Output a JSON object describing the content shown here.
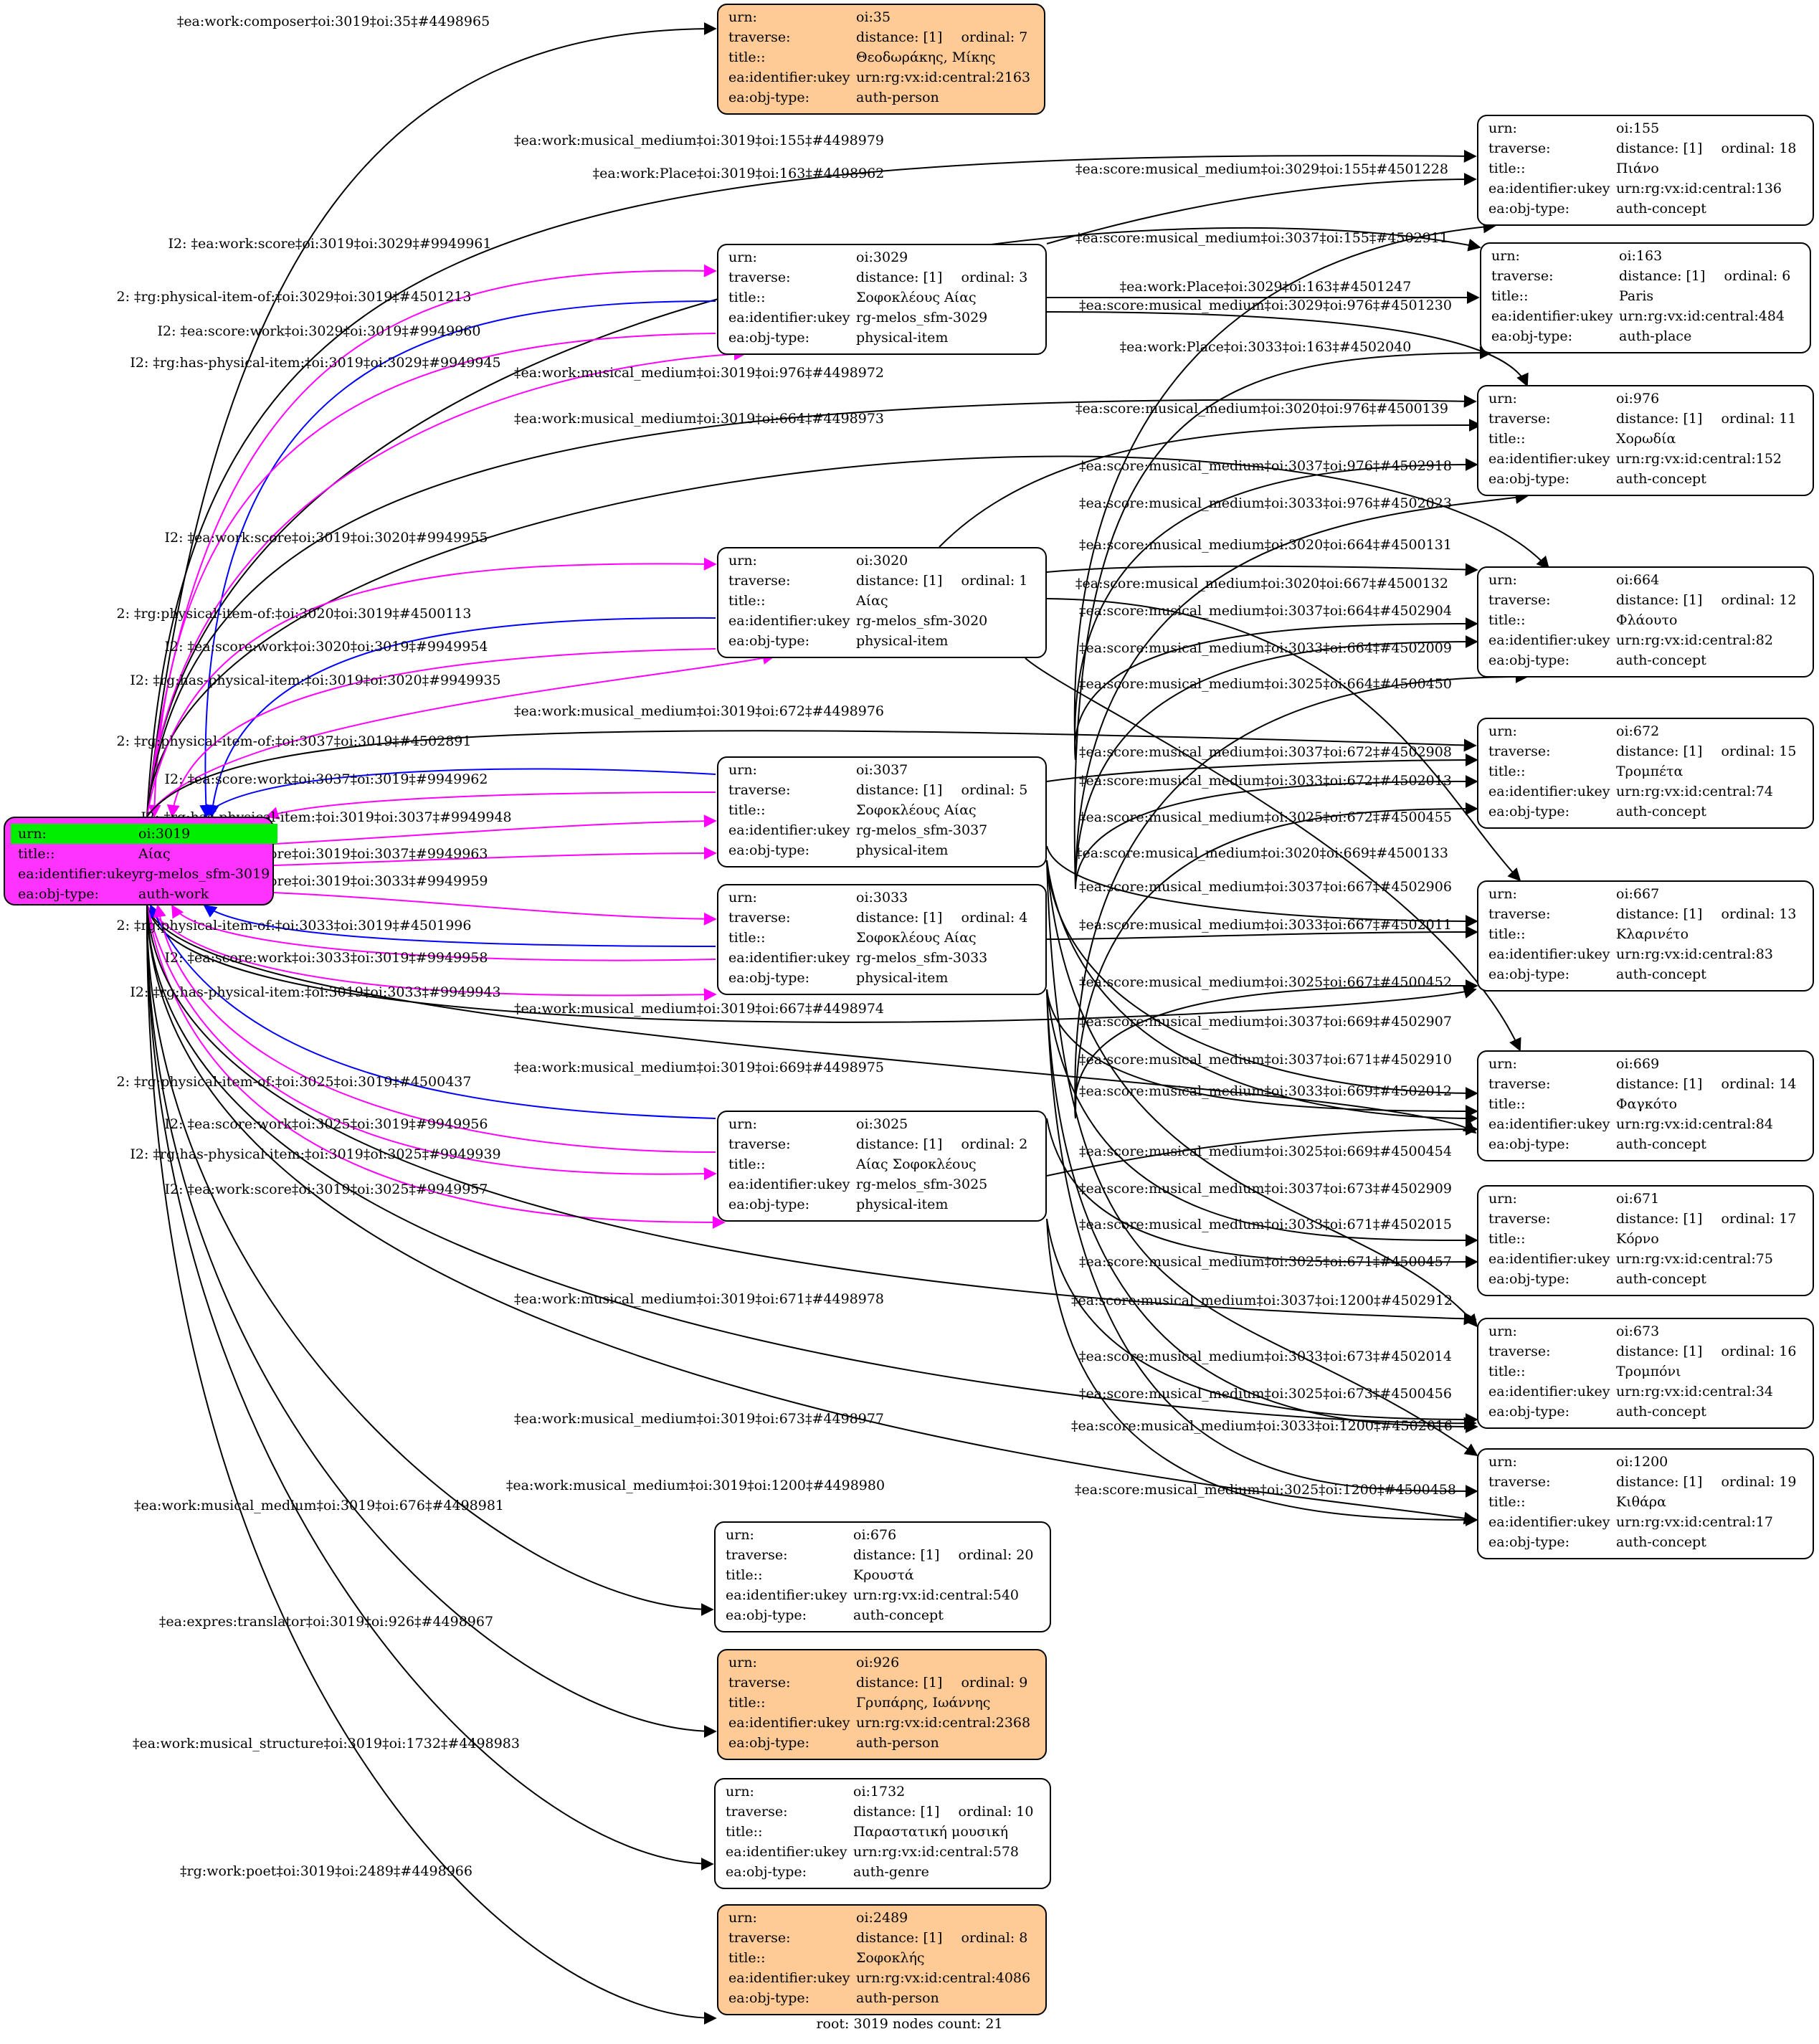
{
  "root_node": {
    "id": "3019",
    "urn": "oi:3019",
    "title": "Αίας",
    "ukey": "rg-melos_sfm-3019",
    "obj_type": "auth-work"
  },
  "nodes": [
    {
      "id": "35",
      "urn": "oi:35",
      "distance": "distance: [1]",
      "ordinal": "ordinal: 7",
      "title": "Θεοδωράκης, Μίκης",
      "ukey": "urn:rg:vx:id:central:2163",
      "obj_type": "auth-person",
      "person": true
    },
    {
      "id": "155",
      "urn": "oi:155",
      "distance": "distance: [1]",
      "ordinal": "ordinal: 18",
      "title": "Πιάνο",
      "ukey": "urn:rg:vx:id:central:136",
      "obj_type": "auth-concept"
    },
    {
      "id": "163",
      "urn": "oi:163",
      "distance": "distance: [1]",
      "ordinal": "ordinal: 6",
      "title": "Paris",
      "ukey": "urn:rg:vx:id:central:484",
      "obj_type": "auth-place"
    },
    {
      "id": "3029",
      "urn": "oi:3029",
      "distance": "distance: [1]",
      "ordinal": "ordinal: 3",
      "title": "Σοφοκλέους Αίας",
      "ukey": "rg-melos_sfm-3029",
      "obj_type": "physical-item"
    },
    {
      "id": "976",
      "urn": "oi:976",
      "distance": "distance: [1]",
      "ordinal": "ordinal: 11",
      "title": "Χορωδία",
      "ukey": "urn:rg:vx:id:central:152",
      "obj_type": "auth-concept"
    },
    {
      "id": "3020",
      "urn": "oi:3020",
      "distance": "distance: [1]",
      "ordinal": "ordinal: 1",
      "title": "Αίας",
      "ukey": "rg-melos_sfm-3020",
      "obj_type": "physical-item"
    },
    {
      "id": "664",
      "urn": "oi:664",
      "distance": "distance: [1]",
      "ordinal": "ordinal: 12",
      "title": "Φλάουτο",
      "ukey": "urn:rg:vx:id:central:82",
      "obj_type": "auth-concept"
    },
    {
      "id": "672",
      "urn": "oi:672",
      "distance": "distance: [1]",
      "ordinal": "ordinal: 15",
      "title": "Τρομπέτα",
      "ukey": "urn:rg:vx:id:central:74",
      "obj_type": "auth-concept"
    },
    {
      "id": "3037",
      "urn": "oi:3037",
      "distance": "distance: [1]",
      "ordinal": "ordinal: 5",
      "title": "Σοφοκλέους Αίας",
      "ukey": "rg-melos_sfm-3037",
      "obj_type": "physical-item"
    },
    {
      "id": "3033",
      "urn": "oi:3033",
      "distance": "distance: [1]",
      "ordinal": "ordinal: 4",
      "title": "Σοφοκλέους Αίας",
      "ukey": "rg-melos_sfm-3033",
      "obj_type": "physical-item"
    },
    {
      "id": "667",
      "urn": "oi:667",
      "distance": "distance: [1]",
      "ordinal": "ordinal: 13",
      "title": "Κλαρινέτο",
      "ukey": "urn:rg:vx:id:central:83",
      "obj_type": "auth-concept"
    },
    {
      "id": "669",
      "urn": "oi:669",
      "distance": "distance: [1]",
      "ordinal": "ordinal: 14",
      "title": "Φαγκότο",
      "ukey": "urn:rg:vx:id:central:84",
      "obj_type": "auth-concept"
    },
    {
      "id": "3025",
      "urn": "oi:3025",
      "distance": "distance: [1]",
      "ordinal": "ordinal: 2",
      "title": "Αίας Σοφοκλέους",
      "ukey": "rg-melos_sfm-3025",
      "obj_type": "physical-item"
    },
    {
      "id": "671",
      "urn": "oi:671",
      "distance": "distance: [1]",
      "ordinal": "ordinal: 17",
      "title": "Κόρνο",
      "ukey": "urn:rg:vx:id:central:75",
      "obj_type": "auth-concept"
    },
    {
      "id": "673",
      "urn": "oi:673",
      "distance": "distance: [1]",
      "ordinal": "ordinal: 16",
      "title": "Τρομπόνι",
      "ukey": "urn:rg:vx:id:central:34",
      "obj_type": "auth-concept"
    },
    {
      "id": "1200",
      "urn": "oi:1200",
      "distance": "distance: [1]",
      "ordinal": "ordinal: 19",
      "title": "Κιθάρα",
      "ukey": "urn:rg:vx:id:central:17",
      "obj_type": "auth-concept"
    },
    {
      "id": "676",
      "urn": "oi:676",
      "distance": "distance: [1]",
      "ordinal": "ordinal: 20",
      "title": "Κρουστά",
      "ukey": "urn:rg:vx:id:central:540",
      "obj_type": "auth-concept"
    },
    {
      "id": "926",
      "urn": "oi:926",
      "distance": "distance: [1]",
      "ordinal": "ordinal: 9",
      "title": "Γρυπάρης, Ιωάννης",
      "ukey": "urn:rg:vx:id:central:2368",
      "obj_type": "auth-person",
      "person": true
    },
    {
      "id": "1732",
      "urn": "oi:1732",
      "distance": "distance: [1]",
      "ordinal": "ordinal: 10",
      "title": "Παραστατική μουσική",
      "ukey": "urn:rg:vx:id:central:578",
      "obj_type": "auth-genre"
    },
    {
      "id": "2489",
      "urn": "oi:2489",
      "distance": "distance: [1]",
      "ordinal": "ordinal: 8",
      "title": "Σοφοκλής",
      "ukey": "urn:rg:vx:id:central:4086",
      "obj_type": "auth-person",
      "person": true
    }
  ],
  "field_labels": {
    "urn": "urn:",
    "traverse": "traverse:",
    "title": "title::",
    "ukey": "ea:identifier:ukey",
    "obj_type": "ea:obj-type:"
  },
  "edges": [
    {
      "from": "3019",
      "to": "35",
      "label": "‡ea:work:composer‡oi:3019‡oi:35‡#4498965",
      "color": "black"
    },
    {
      "from": "3019",
      "to": "155",
      "label": "‡ea:work:musical_medium‡oi:3019‡oi:155‡#4498979",
      "color": "black"
    },
    {
      "from": "3019",
      "to": "163",
      "label": "‡ea:work:Place‡oi:3019‡oi:163‡#4498962",
      "color": "black"
    },
    {
      "from": "3019",
      "to": "3029",
      "label": "I2: ‡ea:work:score‡oi:3019‡oi:3029‡#9949961",
      "color": "magenta"
    },
    {
      "from": "3029",
      "to": "3019",
      "label": "2: ‡rg:physical-item-of:‡oi:3029‡oi:3019‡#4501213",
      "color": "blue"
    },
    {
      "from": "3029",
      "to": "3019",
      "label": "I2: ‡ea:score:work‡oi:3029‡oi:3019‡#9949960",
      "color": "magenta"
    },
    {
      "from": "3019",
      "to": "3029",
      "label": "I2: ‡rg:has-physical-item:‡oi:3019‡oi:3029‡#9949945",
      "color": "magenta"
    },
    {
      "from": "3019",
      "to": "976",
      "label": "‡ea:work:musical_medium‡oi:3019‡oi:976‡#4498972",
      "color": "black"
    },
    {
      "from": "3019",
      "to": "664",
      "label": "‡ea:work:musical_medium‡oi:3019‡oi:664‡#4498973",
      "color": "black"
    },
    {
      "from": "3019",
      "to": "3020",
      "label": "I2: ‡ea:work:score‡oi:3019‡oi:3020‡#9949955",
      "color": "magenta"
    },
    {
      "from": "3020",
      "to": "3019",
      "label": "2: ‡rg:physical-item-of:‡oi:3020‡oi:3019‡#4500113",
      "color": "blue"
    },
    {
      "from": "3020",
      "to": "3019",
      "label": "I2: ‡ea:score:work‡oi:3020‡oi:3019‡#9949954",
      "color": "magenta"
    },
    {
      "from": "3019",
      "to": "3020",
      "label": "I2: ‡rg:has-physical-item:‡oi:3019‡oi:3020‡#9949935",
      "color": "magenta"
    },
    {
      "from": "3019",
      "to": "672",
      "label": "‡ea:work:musical_medium‡oi:3019‡oi:672‡#4498976",
      "color": "black"
    },
    {
      "from": "3037",
      "to": "3019",
      "label": "2: ‡rg:physical-item-of:‡oi:3037‡oi:3019‡#4502891",
      "color": "blue"
    },
    {
      "from": "3037",
      "to": "3019",
      "label": "I2: ‡ea:score:work‡oi:3037‡oi:3019‡#9949962",
      "color": "magenta"
    },
    {
      "from": "3019",
      "to": "3037",
      "label": "I2: ‡rg:has-physical-item:‡oi:3019‡oi:3037‡#9949948",
      "color": "magenta"
    },
    {
      "from": "3019",
      "to": "3037",
      "label": "I2: ‡ea:work:score‡oi:3019‡oi:3037‡#9949963",
      "color": "magenta"
    },
    {
      "from": "3019",
      "to": "3033",
      "label": "I2: ‡ea:work:score‡oi:3019‡oi:3033‡#9949959",
      "color": "magenta"
    },
    {
      "from": "3033",
      "to": "3019",
      "label": "2: ‡rg:physical-item-of:‡oi:3033‡oi:3019‡#4501996",
      "color": "blue"
    },
    {
      "from": "3033",
      "to": "3019",
      "label": "I2: ‡ea:score:work‡oi:3033‡oi:3019‡#9949958",
      "color": "magenta"
    },
    {
      "from": "3019",
      "to": "3033",
      "label": "I2: ‡rg:has-physical-item:‡oi:3019‡oi:3033‡#9949943",
      "color": "magenta"
    },
    {
      "from": "3019",
      "to": "667",
      "label": "‡ea:work:musical_medium‡oi:3019‡oi:667‡#4498974",
      "color": "black"
    },
    {
      "from": "3019",
      "to": "669",
      "label": "‡ea:work:musical_medium‡oi:3019‡oi:669‡#4498975",
      "color": "black"
    },
    {
      "from": "3025",
      "to": "3019",
      "label": "2: ‡rg:physical-item-of:‡oi:3025‡oi:3019‡#4500437",
      "color": "blue"
    },
    {
      "from": "3025",
      "to": "3019",
      "label": "I2: ‡ea:score:work‡oi:3025‡oi:3019‡#9949956",
      "color": "magenta"
    },
    {
      "from": "3019",
      "to": "3025",
      "label": "I2: ‡rg:has-physical-item:‡oi:3019‡oi:3025‡#9949939",
      "color": "magenta"
    },
    {
      "from": "3019",
      "to": "3025",
      "label": "I2: ‡ea:work:score‡oi:3019‡oi:3025‡#9949957",
      "color": "magenta"
    },
    {
      "from": "3019",
      "to": "671",
      "label": "‡ea:work:musical_medium‡oi:3019‡oi:671‡#4498978",
      "color": "black"
    },
    {
      "from": "3019",
      "to": "673",
      "label": "‡ea:work:musical_medium‡oi:3019‡oi:673‡#4498977",
      "color": "black"
    },
    {
      "from": "3019",
      "to": "1200",
      "label": "‡ea:work:musical_medium‡oi:3019‡oi:1200‡#4498980",
      "color": "black"
    },
    {
      "from": "3019",
      "to": "676",
      "label": "‡ea:work:musical_medium‡oi:3019‡oi:676‡#4498981",
      "color": "black"
    },
    {
      "from": "3019",
      "to": "926",
      "label": "‡ea:expres:translator‡oi:3019‡oi:926‡#4498967",
      "color": "black"
    },
    {
      "from": "3019",
      "to": "1732",
      "label": "‡ea:work:musical_structure‡oi:3019‡oi:1732‡#4498983",
      "color": "black"
    },
    {
      "from": "3019",
      "to": "2489",
      "label": "‡rg:work:poet‡oi:3019‡oi:2489‡#4498966",
      "color": "black"
    },
    {
      "from": "3029",
      "to": "155",
      "label": "‡ea:score:musical_medium‡oi:3029‡oi:155‡#4501228",
      "color": "black"
    },
    {
      "from": "3037",
      "to": "155",
      "label": "‡ea:score:musical_medium‡oi:3037‡oi:155‡#4502911",
      "color": "black"
    },
    {
      "from": "3029",
      "to": "163",
      "label": "‡ea:work:Place‡oi:3029‡oi:163‡#4501247",
      "color": "black"
    },
    {
      "from": "3029",
      "to": "976",
      "label": "‡ea:score:musical_medium‡oi:3029‡oi:976‡#4501230",
      "color": "black"
    },
    {
      "from": "3033",
      "to": "163",
      "label": "‡ea:work:Place‡oi:3033‡oi:163‡#4502040",
      "color": "black"
    },
    {
      "from": "3020",
      "to": "976",
      "label": "‡ea:score:musical_medium‡oi:3020‡oi:976‡#4500139",
      "color": "black"
    },
    {
      "from": "3037",
      "to": "976",
      "label": "‡ea:score:musical_medium‡oi:3037‡oi:976‡#4502918",
      "color": "black"
    },
    {
      "from": "3033",
      "to": "976",
      "label": "‡ea:score:musical_medium‡oi:3033‡oi:976‡#4502023",
      "color": "black"
    },
    {
      "from": "3020",
      "to": "664",
      "label": "‡ea:score:musical_medium‡oi:3020‡oi:664‡#4500131",
      "color": "black"
    },
    {
      "from": "3020",
      "to": "667",
      "label": "‡ea:score:musical_medium‡oi:3020‡oi:667‡#4500132",
      "color": "black"
    },
    {
      "from": "3037",
      "to": "664",
      "label": "‡ea:score:musical_medium‡oi:3037‡oi:664‡#4502904",
      "color": "black"
    },
    {
      "from": "3033",
      "to": "664",
      "label": "‡ea:score:musical_medium‡oi:3033‡oi:664‡#4502009",
      "color": "black"
    },
    {
      "from": "3025",
      "to": "664",
      "label": "‡ea:score:musical_medium‡oi:3025‡oi:664‡#4500450",
      "color": "black"
    },
    {
      "from": "3037",
      "to": "672",
      "label": "‡ea:score:musical_medium‡oi:3037‡oi:672‡#4502908",
      "color": "black"
    },
    {
      "from": "3033",
      "to": "672",
      "label": "‡ea:score:musical_medium‡oi:3033‡oi:672‡#4502013",
      "color": "black"
    },
    {
      "from": "3025",
      "to": "672",
      "label": "‡ea:score:musical_medium‡oi:3025‡oi:672‡#4500455",
      "color": "black"
    },
    {
      "from": "3020",
      "to": "669",
      "label": "‡ea:score:musical_medium‡oi:3020‡oi:669‡#4500133",
      "color": "black"
    },
    {
      "from": "3037",
      "to": "667",
      "label": "‡ea:score:musical_medium‡oi:3037‡oi:667‡#4502906",
      "color": "black"
    },
    {
      "from": "3033",
      "to": "667",
      "label": "‡ea:score:musical_medium‡oi:3033‡oi:667‡#4502011",
      "color": "black"
    },
    {
      "from": "3025",
      "to": "667",
      "label": "‡ea:score:musical_medium‡oi:3025‡oi:667‡#4500452",
      "color": "black"
    },
    {
      "from": "3037",
      "to": "669",
      "label": "‡ea:score:musical_medium‡oi:3037‡oi:669‡#4502907",
      "color": "black"
    },
    {
      "from": "3037",
      "to": "671",
      "label": "‡ea:score:musical_medium‡oi:3037‡oi:671‡#4502910",
      "color": "black"
    },
    {
      "from": "3033",
      "to": "669",
      "label": "‡ea:score:musical_medium‡oi:3033‡oi:669‡#4502012",
      "color": "black"
    },
    {
      "from": "3025",
      "to": "669",
      "label": "‡ea:score:musical_medium‡oi:3025‡oi:669‡#4500454",
      "color": "black"
    },
    {
      "from": "3037",
      "to": "673",
      "label": "‡ea:score:musical_medium‡oi:3037‡oi:673‡#4502909",
      "color": "black"
    },
    {
      "from": "3033",
      "to": "671",
      "label": "‡ea:score:musical_medium‡oi:3033‡oi:671‡#4502015",
      "color": "black"
    },
    {
      "from": "3025",
      "to": "671",
      "label": "‡ea:score:musical_medium‡oi:3025‡oi:671‡#4500457",
      "color": "black"
    },
    {
      "from": "3037",
      "to": "1200",
      "label": "‡ea:score:musical_medium‡oi:3037‡oi:1200‡#4502912",
      "color": "black"
    },
    {
      "from": "3033",
      "to": "673",
      "label": "‡ea:score:musical_medium‡oi:3033‡oi:673‡#4502014",
      "color": "black"
    },
    {
      "from": "3025",
      "to": "673",
      "label": "‡ea:score:musical_medium‡oi:3025‡oi:673‡#4500456",
      "color": "black"
    },
    {
      "from": "3033",
      "to": "1200",
      "label": "‡ea:score:musical_medium‡oi:3033‡oi:1200‡#4502016",
      "color": "black"
    },
    {
      "from": "3025",
      "to": "1200",
      "label": "‡ea:score:musical_medium‡oi:3025‡oi:1200‡#4500458",
      "color": "black"
    }
  ],
  "colors": {
    "black": "#000000",
    "magenta": "#ff00ff",
    "blue": "#0000ff",
    "root_fill": "#ff33ff",
    "root_highlight": "#00ee00",
    "person_fill": "#fecb96"
  },
  "footer": "root: 3019 nodes count: 21"
}
